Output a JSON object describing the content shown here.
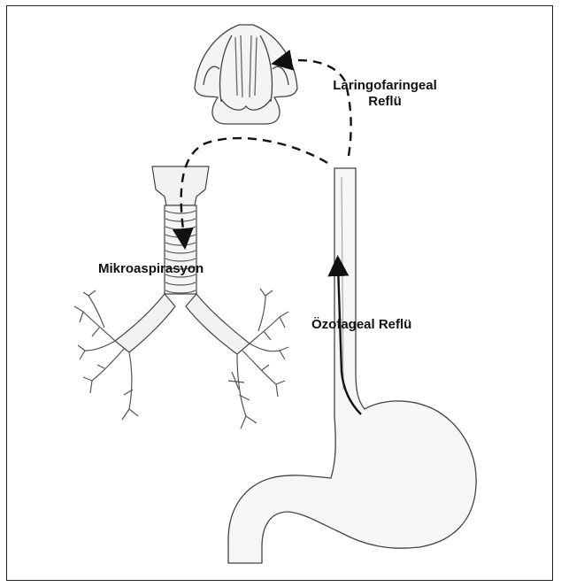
{
  "figure": {
    "labels": {
      "laryngopharyngeal_line1": "Laringofaringeal",
      "laryngopharyngeal_line2": "Reflü",
      "microaspiration": "Mikroaspirasyon",
      "esophageal_reflux": "Özofageal Reflü"
    },
    "colors": {
      "line": "#333333",
      "organ_fill": "#f6f6f6",
      "organ_shade": "#e3e3e3",
      "arrow": "#111111"
    }
  }
}
